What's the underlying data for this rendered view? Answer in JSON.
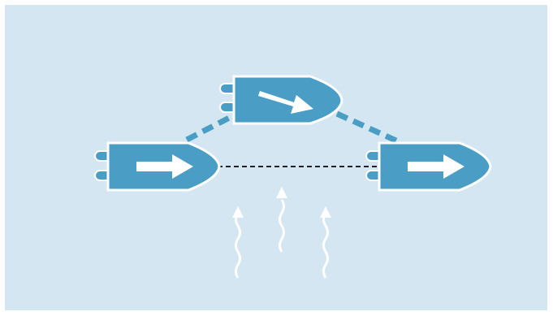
{
  "diagram": {
    "colors": {
      "background": "#d4e6f1",
      "boat": "#4a9dc4",
      "boat_outline": "#ffffff",
      "arrow": "#ffffff",
      "link_line": "#4a9dc4",
      "baseline": "#222222",
      "current_arrow": "#ffffff"
    },
    "boats": [
      {
        "id": "left",
        "direction_icon": "arrow-right-icon"
      },
      {
        "id": "top",
        "direction_icon": "arrow-right-icon"
      },
      {
        "id": "right",
        "direction_icon": "arrow-right-icon"
      }
    ],
    "links": [
      {
        "from": "left",
        "to": "top",
        "style": "dashed-thick"
      },
      {
        "from": "top",
        "to": "right",
        "style": "dashed-thick"
      },
      {
        "from": "left",
        "to": "right",
        "style": "dashed-thin"
      }
    ],
    "current_arrows": [
      {
        "icon": "wavy-up-arrow-icon"
      },
      {
        "icon": "wavy-up-arrow-icon"
      },
      {
        "icon": "wavy-up-arrow-icon"
      }
    ]
  }
}
